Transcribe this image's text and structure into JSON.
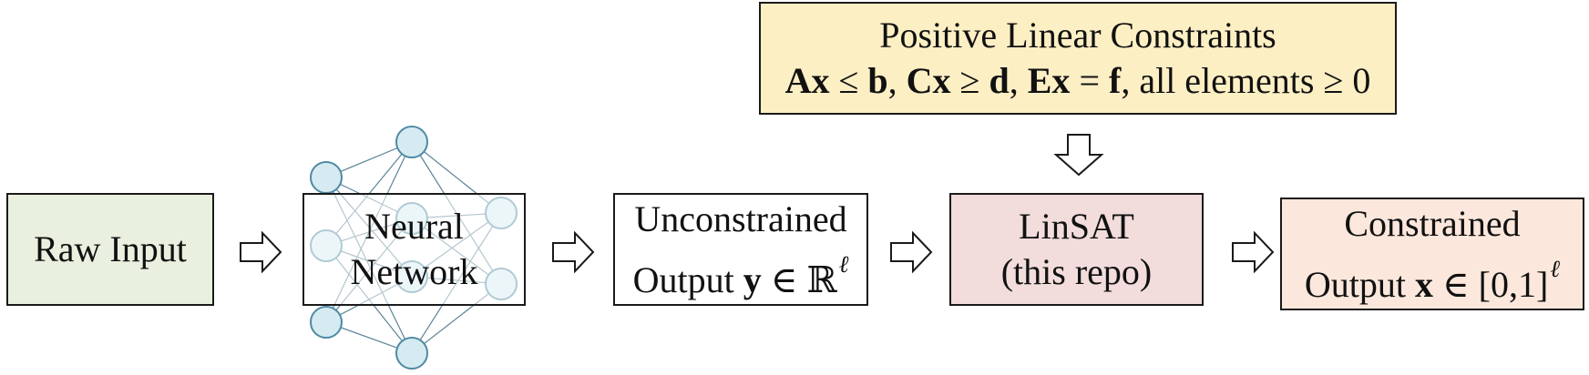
{
  "raw_input": {
    "label": "Raw Input"
  },
  "neural_network": {
    "line1": "Neural",
    "line2": "Network"
  },
  "unconstrained_output": {
    "line1": "Unconstrained",
    "line2_prefix": "Output ",
    "var": "y",
    "rel": " ∈ ℝ",
    "sup": "ℓ"
  },
  "linsat": {
    "line1": "LinSAT",
    "line2": "(this repo)"
  },
  "constrained_output": {
    "line1": "Constrained",
    "line2_prefix": "Output ",
    "var": "x",
    "rel": " ∈ [0,1]",
    "sup": "ℓ"
  },
  "constraints": {
    "title": "Positive Linear Constraints",
    "c1_lhs": "Ax",
    "c1_op": " ≤ ",
    "c1_rhs": "b",
    "sep1": ", ",
    "c2_lhs": "Cx",
    "c2_op": " ≥ ",
    "c2_rhs": "d",
    "sep2": ", ",
    "c3_lhs": "Ex",
    "c3_op": " = ",
    "c3_rhs": "f",
    "tail": ", all elements ≥ 0"
  },
  "colors": {
    "raw_input_fill": "#eaf0df",
    "linsat_fill": "#f2dcdc",
    "constrained_fill": "#fbe7dc",
    "constraints_fill": "#fdefc4",
    "node_fill": "#d6ebf1",
    "node_stroke": "#4f8aa3"
  }
}
